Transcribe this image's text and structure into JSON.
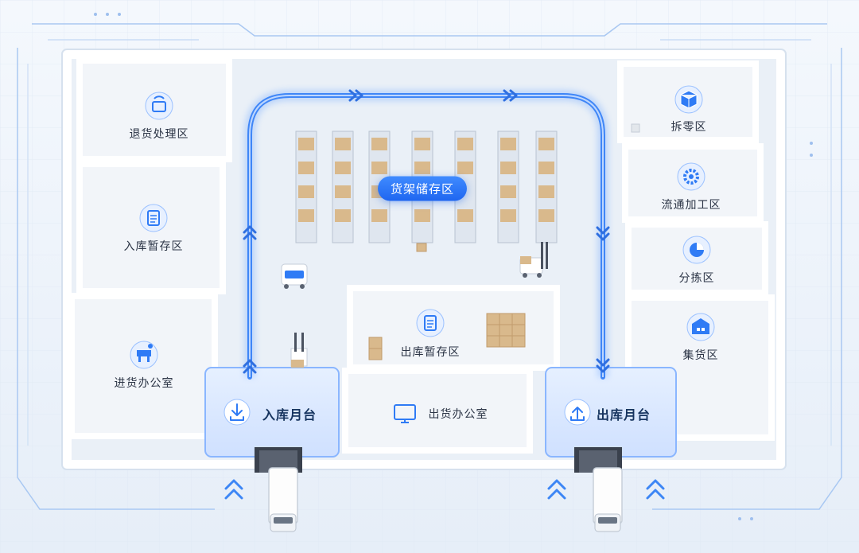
{
  "zones": {
    "returns": "退货处理区",
    "inbound_staging": "入库暂存区",
    "receiving_office": "进货办公室",
    "inbound_dock": "入库月台",
    "rack_storage": "货架储存区",
    "outbound_staging": "出库暂存区",
    "shipping_office": "出货办公室",
    "outbound_dock": "出库月台",
    "unpacking": "拆零区",
    "processing": "流通加工区",
    "sorting": "分拣区",
    "consolidation": "集货区"
  },
  "icons": {
    "returns": "returns-icon",
    "inbound_staging": "clipboard-icon",
    "receiving_office": "office-desk-icon",
    "inbound_dock": "download-icon",
    "outbound_staging": "clipboard-icon",
    "shipping_office": "monitor-icon",
    "outbound_dock": "upload-icon",
    "unpacking": "cube-icon",
    "processing": "gear-icon",
    "sorting": "pie-chart-icon",
    "consolidation": "warehouse-icon"
  },
  "colors": {
    "accent": "#2f7bf5",
    "flow": "#4a8dff",
    "wall": "#ffffff",
    "floor": "#e9eff7",
    "text": "#2b3445"
  }
}
